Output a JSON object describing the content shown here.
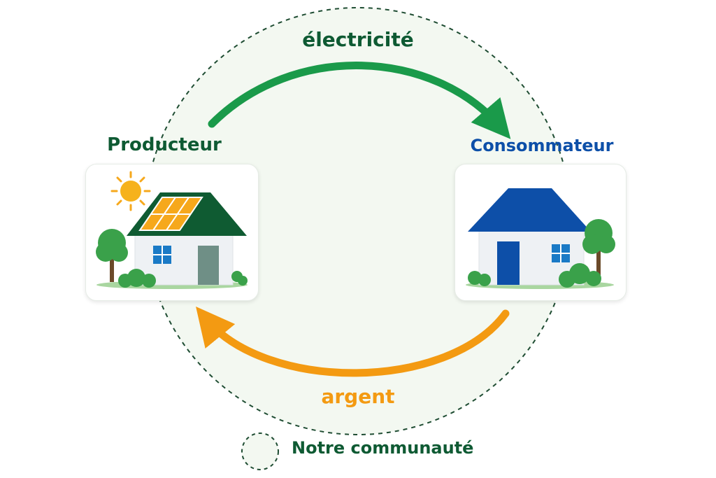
{
  "labels": {
    "electricity": "électricité",
    "money": "argent",
    "producer": "Producteur",
    "consumer": "Consommateur",
    "legend": "Notre communauté"
  },
  "colors": {
    "dark_green": "#0e5a33",
    "flow_green": "#1a9a4a",
    "orange": "#f39a12",
    "blue": "#0d4fa8",
    "circle_fill": "#f3f8f1",
    "circle_stroke": "#1f4d33",
    "roof_green": "#0f5b32",
    "roof_blue": "#0d4fa8",
    "door_gray": "#6f8f86",
    "wall": "#eef1f4",
    "window": "#1a7ac6",
    "panel": "#f6a81c",
    "tree": "#3aa14a",
    "grass": "#a9d6a0"
  },
  "icons": {
    "producer": "house-with-solar-panels-icon",
    "consumer": "house-icon",
    "sun": "sun-icon",
    "legend": "dashed-circle-icon"
  }
}
